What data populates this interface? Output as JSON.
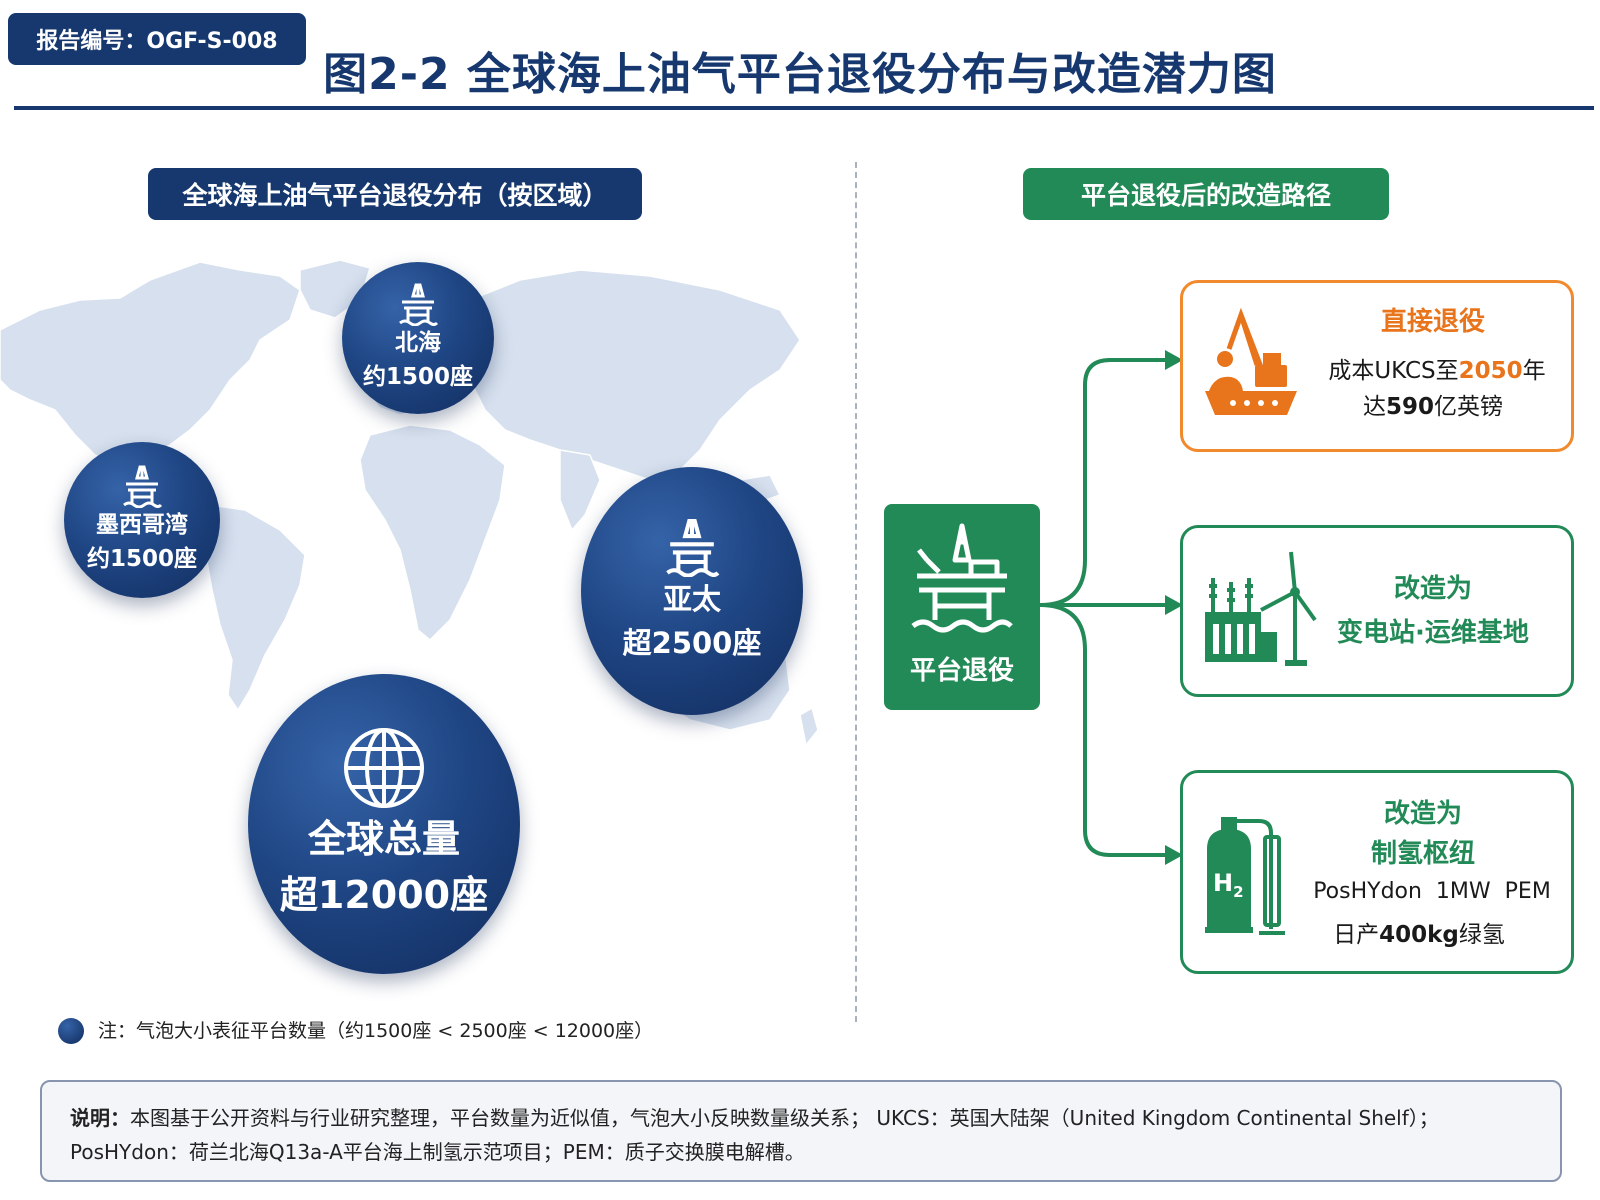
{
  "header": {
    "report_badge": "报告编号：OGF-S-008",
    "title": "图2-2  全球海上油气平台退役分布与改造潜力图"
  },
  "left": {
    "header": "全球海上油气平台退役分布（按区域）",
    "bubbles": {
      "north_sea": {
        "name": "北海",
        "count": "约1500座"
      },
      "gulf_mexico": {
        "name": "墨西哥湾",
        "count": "约1500座"
      },
      "asia_pacific": {
        "name": "亚太",
        "count": "超2500座"
      },
      "global": {
        "name": "全球总量",
        "count": "超12000座"
      }
    },
    "legend": "注：气泡大小表征平台数量（约1500座 < 2500座 < 12000座）"
  },
  "right": {
    "header": "平台退役后的改造路径",
    "center_label": "平台退役",
    "cards": {
      "decom": {
        "title": "直接退役",
        "line1_pre": "成本UKCS至",
        "line1_year": "2050",
        "line1_post": "年",
        "line2_pre": "达",
        "line2_num": "590",
        "line2_post": "亿英镑"
      },
      "substation": {
        "title1": "改造为",
        "title2": "变电站·运维基地"
      },
      "hydrogen": {
        "title1": "改造为",
        "title2": "制氢枢纽",
        "line1": "PosHYdon  1MW  PEM",
        "line2_pre": "日产",
        "line2_num": "400kg",
        "line2_post": "绿氢",
        "icon_label": "H",
        "icon_sub": "2"
      }
    }
  },
  "note": {
    "label": "说明：",
    "line1": "本图基于公开资料与行业研究整理，平台数量为近似值，气泡大小反映数量级关系； UKCS：英国大陆架（United Kingdom Continental Shelf）；",
    "line2": "PosHYdon：荷兰北海Q13a-A平台海上制氢示范项目；PEM：质子交换膜电解槽。"
  },
  "colors": {
    "navy": "#16386e",
    "green": "#228a57",
    "orange": "#f08a2c",
    "map": "#d6e0ee"
  },
  "icons": [
    "oil-platform-icon",
    "globe-icon",
    "excavator-ship-icon",
    "substation-wind-icon",
    "hydrogen-tank-icon"
  ]
}
